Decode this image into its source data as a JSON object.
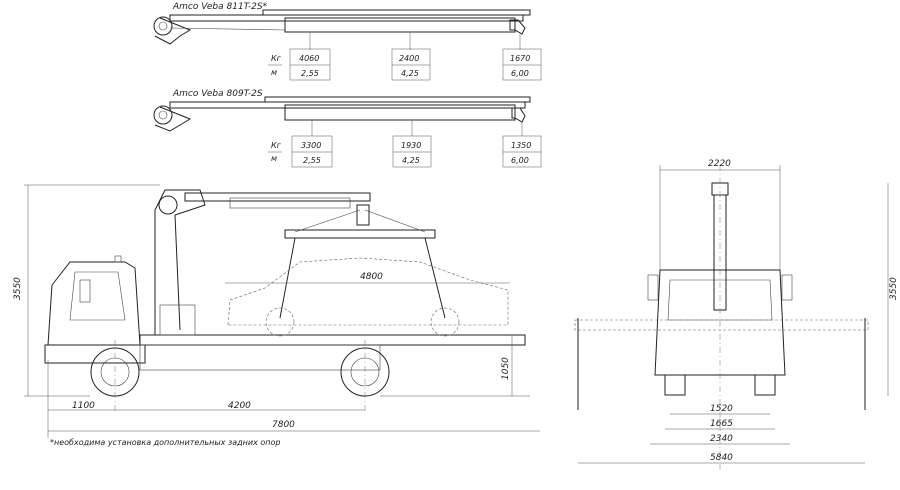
{
  "cranes": [
    {
      "model": "Amco Veba 811T-2S*",
      "unit_kg": "Кг",
      "unit_m": "м",
      "loads": [
        "4060",
        "2400",
        "1670"
      ],
      "reach": [
        "2,55",
        "4,25",
        "6,00"
      ]
    },
    {
      "model": "Amco Veba 809T-2S",
      "unit_kg": "Кг",
      "unit_m": "м",
      "loads": [
        "3300",
        "1930",
        "1350"
      ],
      "reach": [
        "2,55",
        "4,25",
        "6,00"
      ]
    }
  ],
  "side_view": {
    "height": "3550",
    "platform_length": "4800",
    "platform_height": "1050",
    "front_overhang": "1100",
    "wheelbase": "4200",
    "total_length": "7800"
  },
  "front_view": {
    "width_top": "2220",
    "height": "3550",
    "track": "1520",
    "width_1665": "1665",
    "width_2340": "2340",
    "outrigger_span": "5840"
  },
  "footnote": "*необходима установка дополнительных задних опор"
}
